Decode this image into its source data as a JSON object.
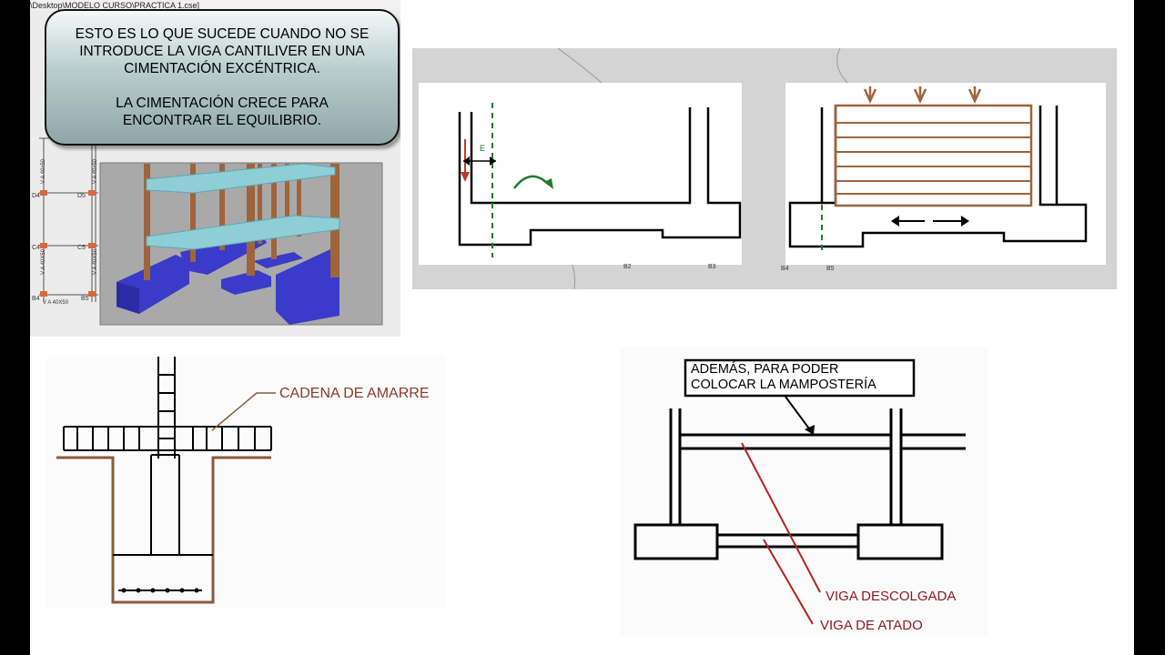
{
  "window": {
    "title_path": "\\Desktop\\MODELO CURSO\\PRACTICA 1.cse]"
  },
  "callout": {
    "paragraph1": [
      "ESTO ES LO QUE SUCEDE CUANDO NO SE",
      "INTRODUCE LA VIGA CANTILIVER EN UNA",
      "CIMENTACIÓN EXCÉNTRICA."
    ],
    "paragraph2": [
      "LA CIMENTACIÓN CRECE PARA",
      "ENCONTRAR EL EQUILIBRIO."
    ]
  },
  "plan_labels": {
    "beam_1": "V A 40x50",
    "beam_2": "V A 40x50",
    "beam_bottom": "V A 40X50"
  },
  "eccentric_diagram": {
    "eccentricity_label": "E"
  },
  "tie_beam_section": {
    "label": "CADENA DE AMARRE"
  },
  "masonry_section": {
    "note_line1": "ADEMÁS, PARA PODER",
    "note_line2": "COLOCAR LA MAMPOSTERÍA",
    "label_hanging_beam": "VIGA DESCOLGADA",
    "label_tie_beam": "VIGA DE ATADO"
  },
  "colors": {
    "wood_brown": "#a0643c",
    "dark_red": "#8b1a1a",
    "green_dashed": "#1e7a2a",
    "foundation_blue": "#3b3bc9"
  }
}
